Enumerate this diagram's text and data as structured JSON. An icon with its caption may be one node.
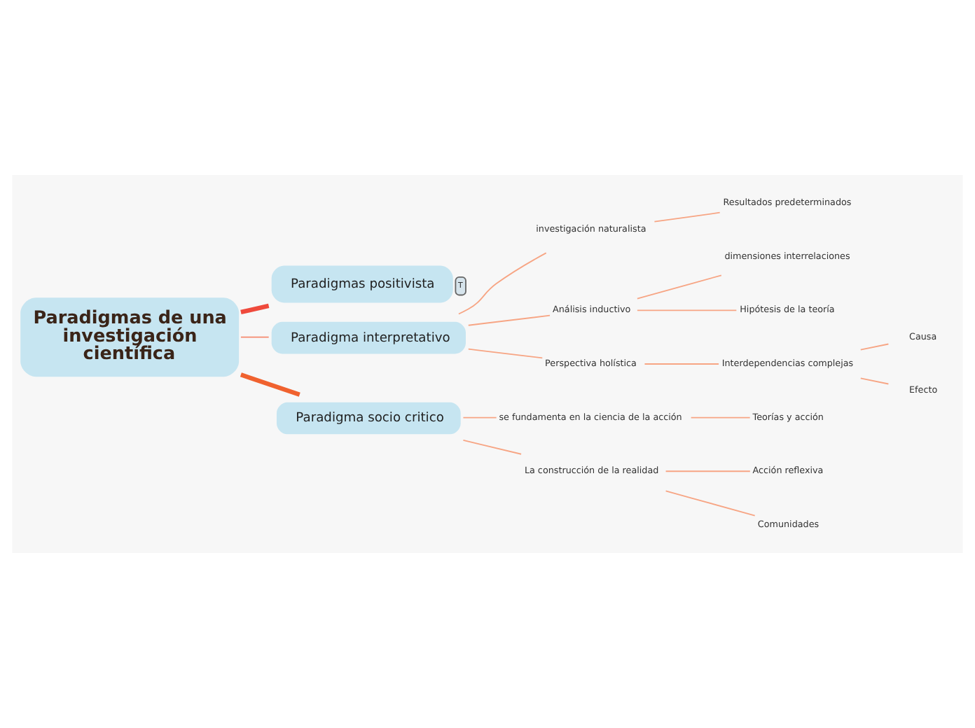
{
  "diagram": {
    "nodes": [
      {
        "text": [
          "Paradigmas de una investigación científica"
        ]
      },
      {
        "text": [
          "Paradigmas positivista"
        ],
        "beside": [
          "T"
        ]
      },
      {
        "text": [
          "Paradigma interpretativo"
        ]
      },
      {
        "text": [
          "Paradigma socio critico"
        ]
      },
      {
        "text": [
          "investigación naturalista"
        ]
      },
      {
        "text": [
          "Resultados predeterminados"
        ]
      },
      {
        "text": [
          "Análisis inductivo"
        ]
      },
      {
        "text": [
          "dimensiones interrelaciones"
        ]
      },
      {
        "text": [
          "Hipótesis de la teoría"
        ]
      },
      {
        "text": [
          "Perspectiva holística"
        ]
      },
      {
        "text": [
          "Interdependencias complejas"
        ]
      },
      {
        "text": [
          "Causa"
        ]
      },
      {
        "text": [
          "Efecto"
        ]
      },
      {
        "text": [
          "se fundamenta en la ciencia de la acción"
        ]
      },
      {
        "text": [
          "Teorías y acción"
        ]
      },
      {
        "text": [
          "La construcción de la realidad"
        ]
      },
      {
        "text": [
          "Acción reflexiva"
        ]
      },
      {
        "text": [
          "Comunidades"
        ]
      }
    ],
    "edges": [
      {
        "from": 0,
        "to": 1,
        "arrow": "none",
        "style": "thick",
        "color": "#ef4a3c"
      },
      {
        "from": 0,
        "to": 2,
        "arrow": "none",
        "color": "#f58a6e"
      },
      {
        "from": 0,
        "to": 3,
        "arrow": "none",
        "style": "thick",
        "color": "#f0622f"
      },
      {
        "from": 2,
        "to": 4,
        "arrow": "none"
      },
      {
        "from": 4,
        "to": 5,
        "arrow": "none"
      },
      {
        "from": 2,
        "to": 6,
        "arrow": "none"
      },
      {
        "from": 6,
        "to": 7,
        "arrow": "none"
      },
      {
        "from": 6,
        "to": 8,
        "arrow": "none"
      },
      {
        "from": 2,
        "to": 9,
        "arrow": "none"
      },
      {
        "from": 9,
        "to": 10,
        "arrow": "none"
      },
      {
        "from": 10,
        "to": 11,
        "arrow": "none"
      },
      {
        "from": 10,
        "to": 12,
        "arrow": "none"
      },
      {
        "from": 3,
        "to": 13,
        "arrow": "none"
      },
      {
        "from": 13,
        "to": 14,
        "arrow": "none"
      },
      {
        "from": 3,
        "to": 15,
        "arrow": "none"
      },
      {
        "from": 15,
        "to": 16,
        "arrow": "none"
      },
      {
        "from": 15,
        "to": 17,
        "arrow": "none"
      }
    ]
  }
}
